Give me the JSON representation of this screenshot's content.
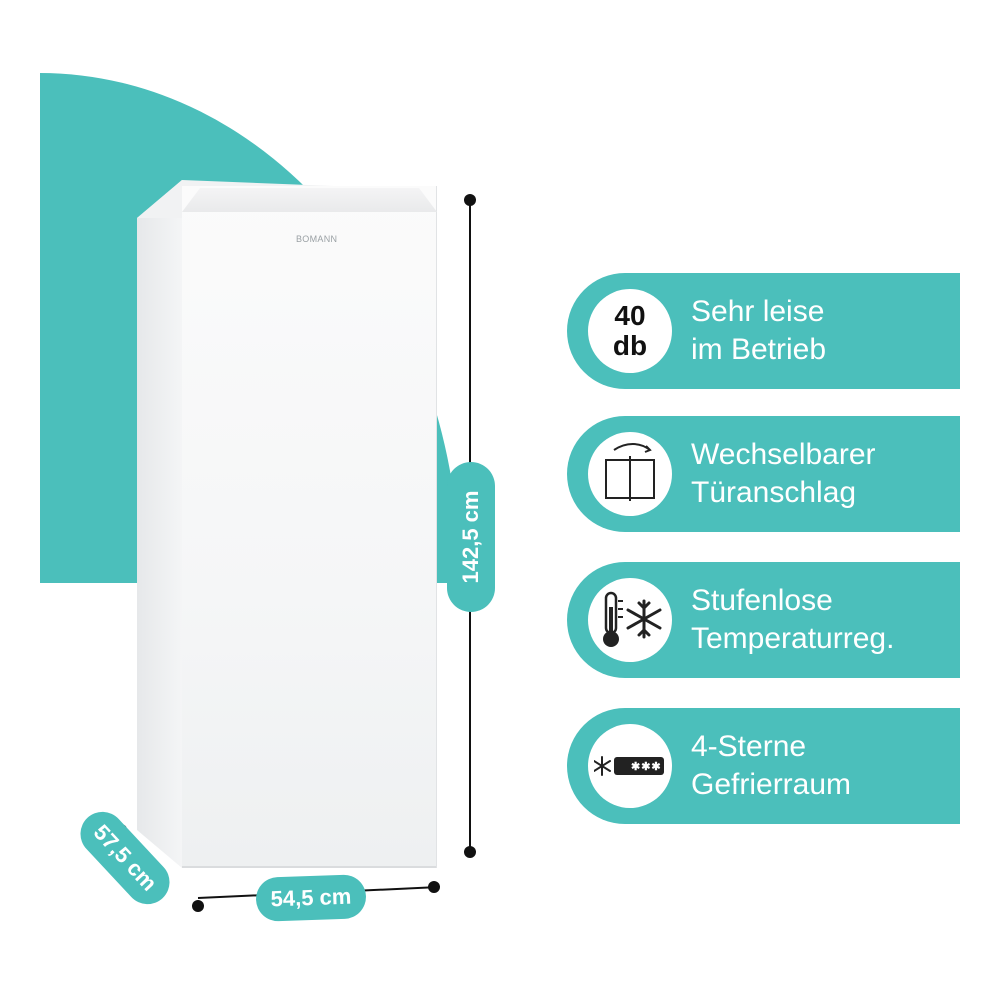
{
  "product": {
    "brand": "BOMANN"
  },
  "dimensions": {
    "height": "142,5 cm",
    "width": "54,5 cm",
    "depth": "57,5 cm"
  },
  "features": [
    {
      "icon": "decibel-icon",
      "badge_top": "40",
      "badge_bottom": "db",
      "line1": "Sehr leise",
      "line2": "im Betrieb"
    },
    {
      "icon": "door-hinge-icon",
      "line1": "Wechselbarer",
      "line2": "Türanschlag"
    },
    {
      "icon": "thermostat-snowflake-icon",
      "line1": "Stufenlose",
      "line2": "Temperaturreg."
    },
    {
      "icon": "four-star-freezer-icon",
      "star_label": "✱✱✱",
      "line1": "4-Sterne",
      "line2": "Gefrierraum"
    }
  ],
  "colors": {
    "accent": "#4bbfbb",
    "text_on_accent": "#ffffff",
    "dimension_line": "#111111"
  }
}
